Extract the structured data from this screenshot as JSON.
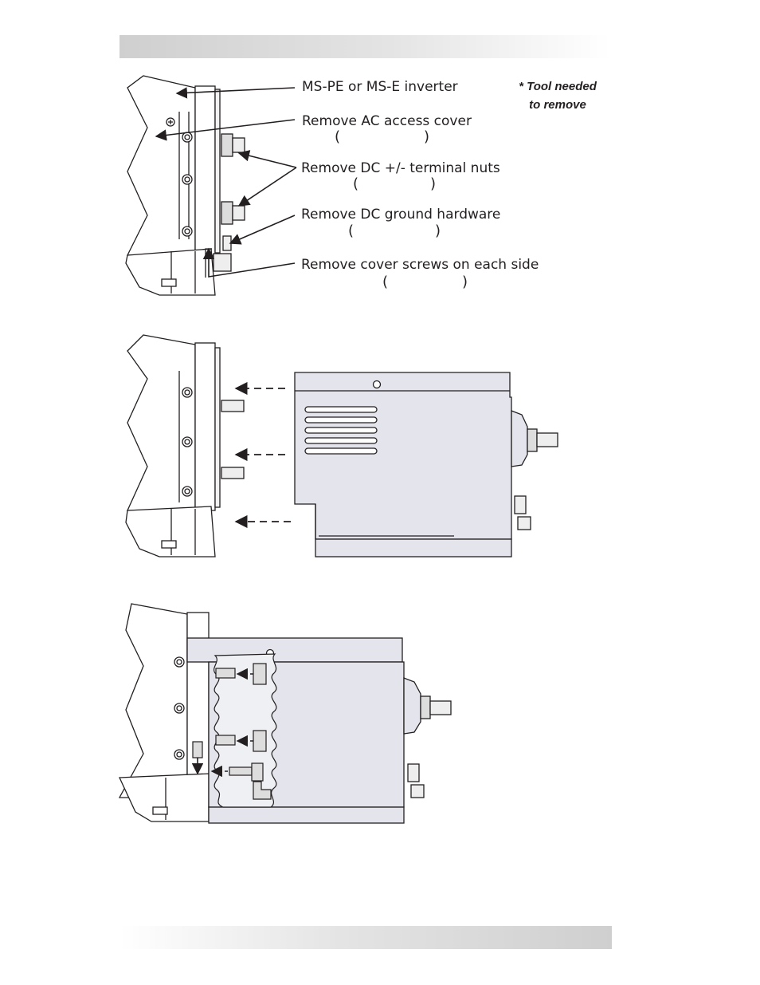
{
  "callouts": {
    "inverter": "MS-PE or MS-E inverter",
    "ac_cover": "Remove AC access cover",
    "dc_nuts": "Remove DC +/- terminal nuts",
    "dc_ground": "Remove DC ground hardware",
    "cover_screws": "Remove cover screws on each side"
  },
  "tool_note": {
    "line1": "* Tool needed",
    "line2": "to remove"
  },
  "parens": {
    "open": "(",
    "close": ")"
  },
  "colors": {
    "line": "#231f20",
    "panel_fill": "#e3e4ec",
    "inverter_fill": "#ffffff",
    "cutaway_fill": "#eef0f4"
  }
}
